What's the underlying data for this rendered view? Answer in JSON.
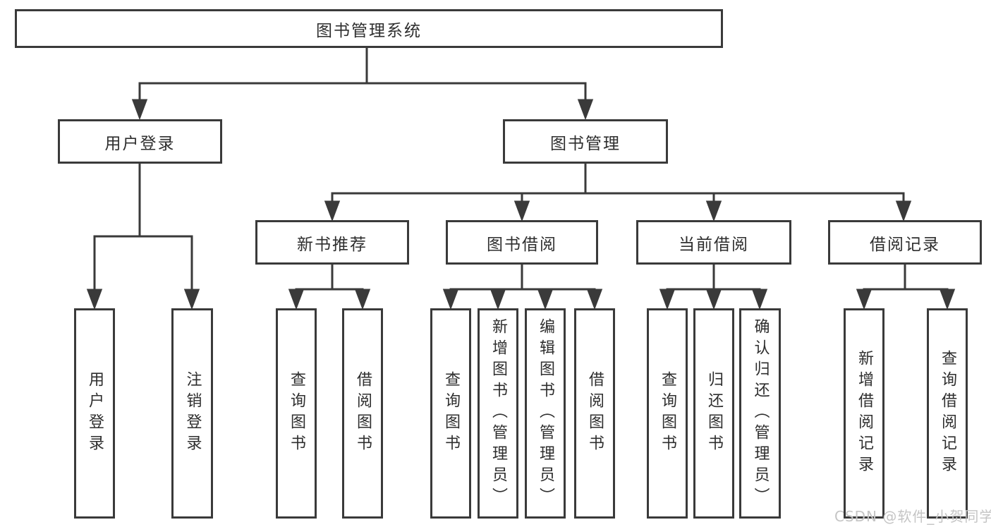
{
  "tree": {
    "root": "图书管理系统",
    "branches": [
      {
        "label": "用户登录",
        "children": [
          {
            "label": "用户登录"
          },
          {
            "label": "注销登录"
          }
        ]
      },
      {
        "label": "图书管理",
        "children": [
          {
            "label": "新书推荐",
            "children": [
              {
                "label": "查询图书"
              },
              {
                "label": "借阅图书"
              }
            ]
          },
          {
            "label": "图书借阅",
            "children": [
              {
                "label": "查询图书"
              },
              {
                "label": "新增图书（管理员）"
              },
              {
                "label": "编辑图书（管理员）"
              },
              {
                "label": "借阅图书"
              }
            ]
          },
          {
            "label": "当前借阅",
            "children": [
              {
                "label": "查询图书"
              },
              {
                "label": "归还图书"
              },
              {
                "label": "确认归还（管理员）"
              }
            ]
          },
          {
            "label": "借阅记录",
            "children": [
              {
                "label": "新增借阅记录"
              },
              {
                "label": "查询借阅记录"
              }
            ]
          }
        ]
      }
    ]
  },
  "watermark": {
    "text": "CSDN @软件_小贺同学"
  },
  "colors": {
    "line": "#3a3a3a",
    "box_border": "#3a3a3a",
    "text": "#2e2e2e",
    "watermark": "#c5c5c5",
    "background": "#ffffff"
  }
}
